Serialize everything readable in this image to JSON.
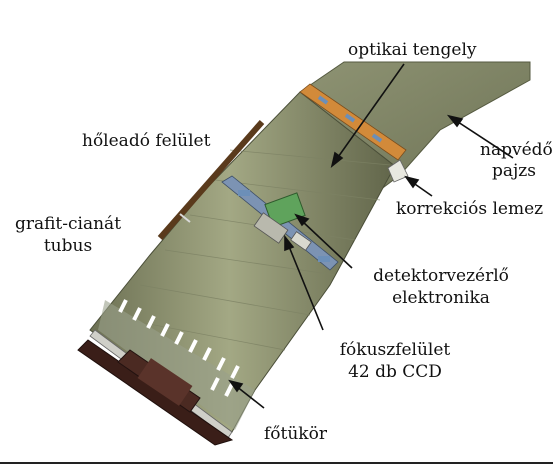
{
  "labels": {
    "optical_axis": "optikai tengely",
    "heat_radiator": "hőleadó felület",
    "sunshade_line1": "napvédő",
    "sunshade_line2": "pajzs",
    "corrector_plate": "korrekciós lemez",
    "tube_line1": "grafit-cianát",
    "tube_line2": "tubus",
    "electronics_line1": "detektorvezérlő",
    "electronics_line2": "elektronika",
    "focal_line1": "fókuszfelület",
    "focal_line2": "42 db CCD",
    "primary_mirror": "főtükör"
  },
  "colors": {
    "tube_body": "#8f9472",
    "tube_dark": "#5e6247",
    "stripe_orange": "#d28a3a",
    "stripe_blue": "#6c8fb8",
    "ccd_green": "#5fa35c",
    "radiator": "#5a3a1c",
    "base_dark": "#3a1e18"
  }
}
